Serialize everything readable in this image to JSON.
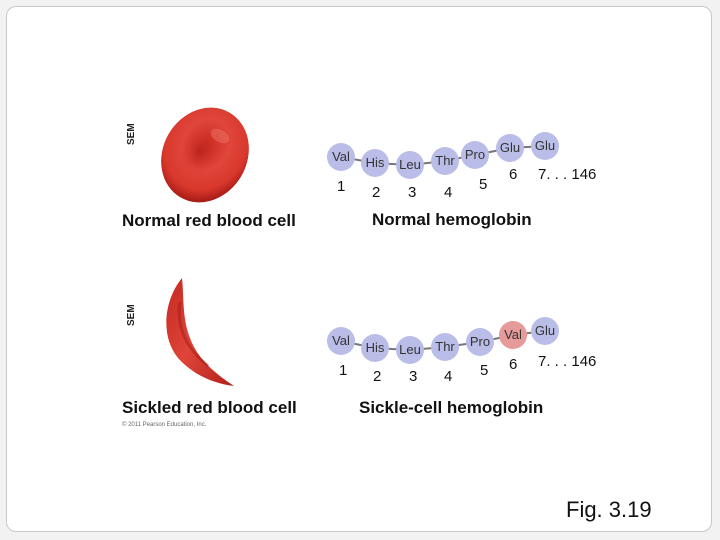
{
  "top": {
    "sem_label": "SEM",
    "cell_caption": "Normal red blood cell",
    "chain_caption": "Normal hemoglobin",
    "residues": [
      "Val",
      "His",
      "Leu",
      "Thr",
      "Pro",
      "Glu",
      "Glu"
    ],
    "positions": [
      "1",
      "2",
      "3",
      "4",
      "5",
      "6",
      "7. . . 146"
    ]
  },
  "bottom": {
    "sem_label": "SEM",
    "cell_caption": "Sickled red blood cell",
    "chain_caption": "Sickle-cell hemoglobin",
    "residues": [
      "Val",
      "His",
      "Leu",
      "Thr",
      "Pro",
      "Val",
      "Glu"
    ],
    "positions": [
      "1",
      "2",
      "3",
      "4",
      "5",
      "6",
      "7. . . 146"
    ]
  },
  "copyright": "© 2011 Pearson Education, Inc.",
  "figure_label": "Fig. 3.19",
  "colors": {
    "bead": "#b9bde8",
    "mutant_bead": "#e79a9a",
    "rbc": "#d8372c"
  }
}
